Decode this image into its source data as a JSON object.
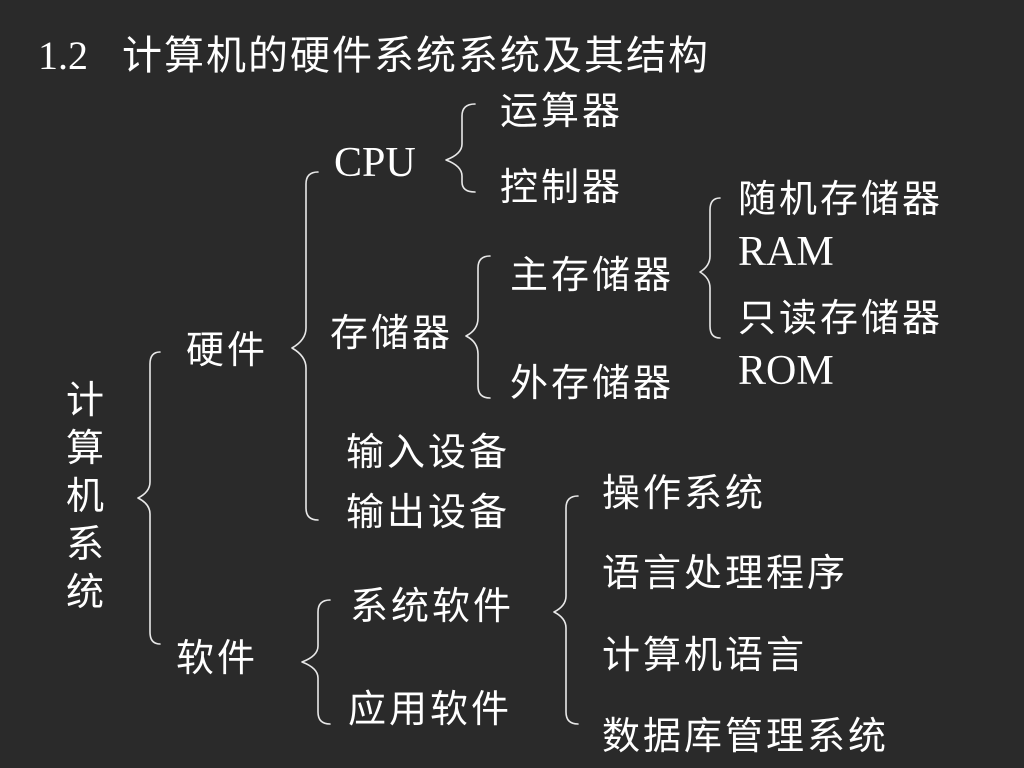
{
  "title": {
    "number": "1.2",
    "text": "计算机的硬件系统系统及其结构"
  },
  "root": "计算机系统",
  "hardware": {
    "label": "硬件",
    "cpu": {
      "label": "CPU",
      "children": [
        "运算器",
        "控制器"
      ]
    },
    "storage": {
      "label": "存储器",
      "main": {
        "label": "主存储器",
        "ram": "随机存储器",
        "ram_abbr": "RAM",
        "rom": "只读存储器",
        "rom_abbr": "ROM"
      },
      "external": "外存储器"
    },
    "input": "输入设备",
    "output": "输出设备"
  },
  "software": {
    "label": "软件",
    "system": {
      "label": "系统软件",
      "children": [
        "操作系统",
        "语言处理程序",
        "计算机语言",
        "数据库管理系统"
      ]
    },
    "application": "应用软件"
  }
}
